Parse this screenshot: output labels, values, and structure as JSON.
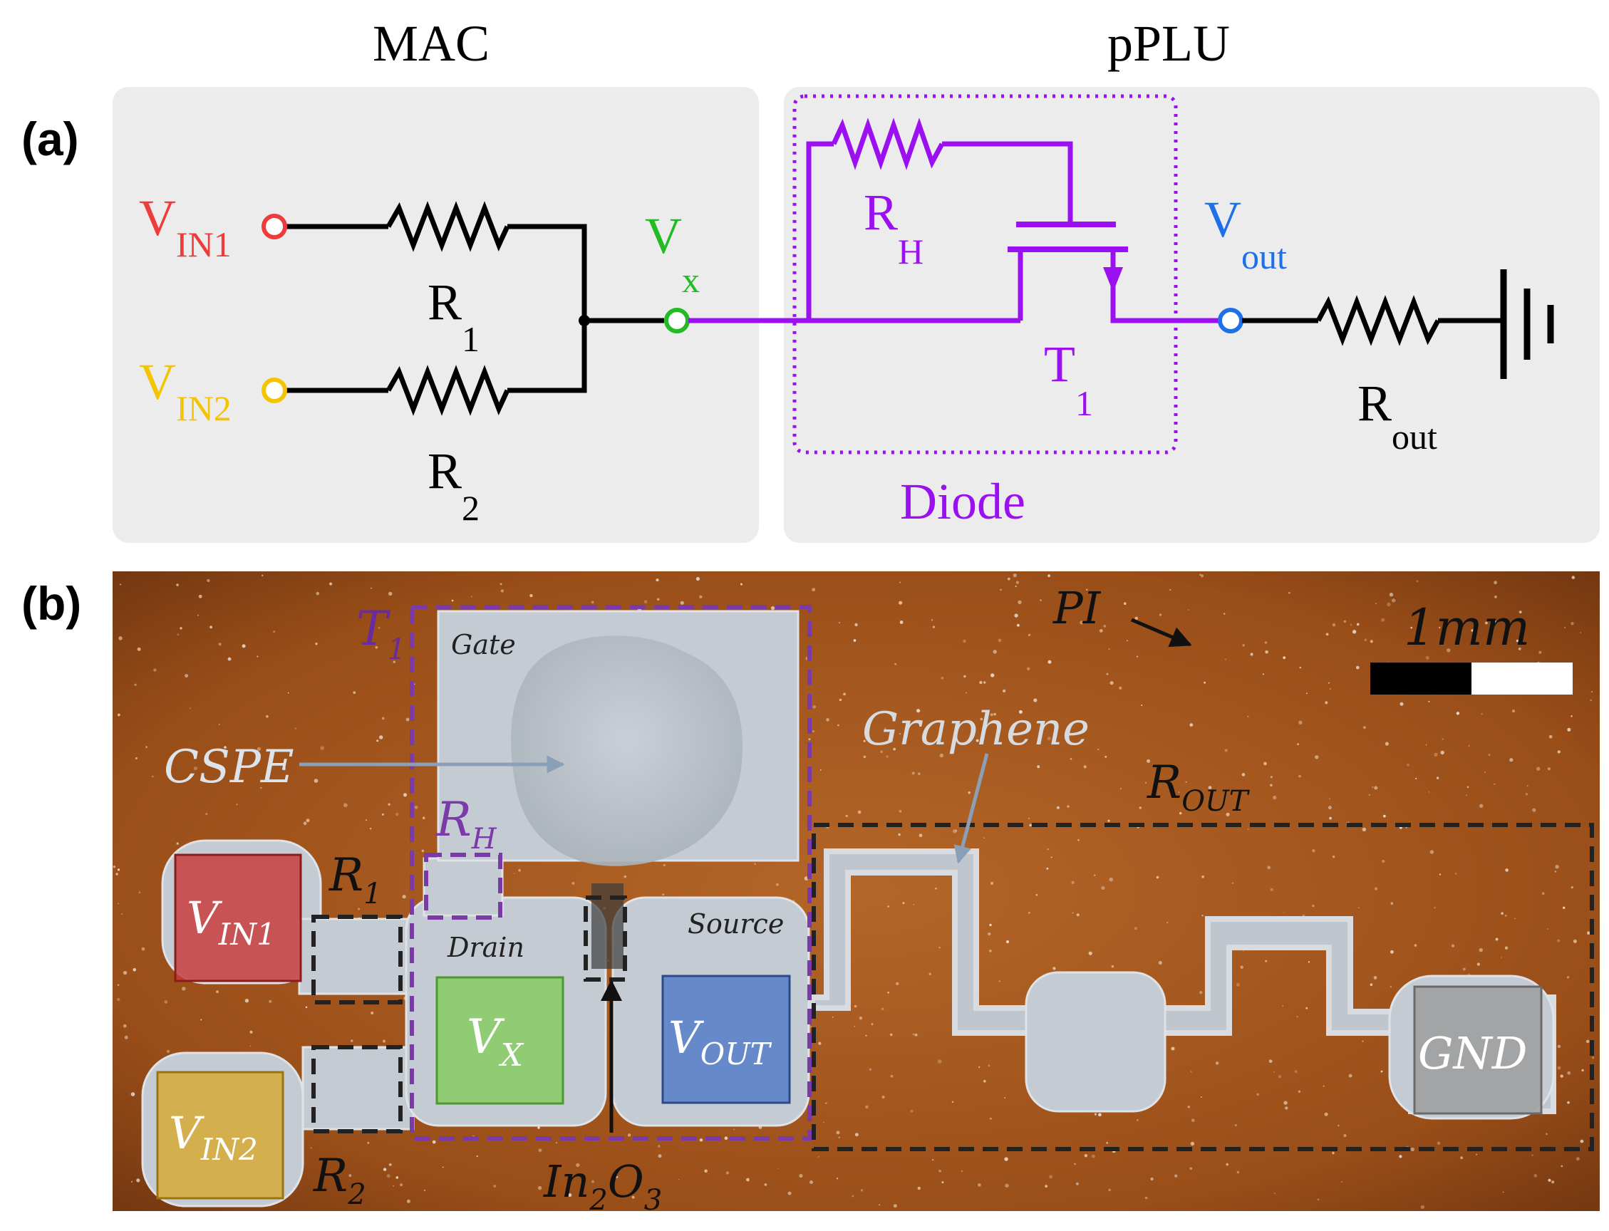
{
  "panel_a": {
    "label": "(a)",
    "mac_title": "MAC",
    "pplu_title": "pPLU",
    "vin1": {
      "main": "V",
      "sub": "IN1"
    },
    "vin2": {
      "main": "V",
      "sub": "IN2"
    },
    "r1": {
      "main": "R",
      "sub": "1"
    },
    "r2": {
      "main": "R",
      "sub": "2"
    },
    "vx": {
      "main": "V",
      "sub": "x"
    },
    "rh": {
      "main": "R",
      "sub": "H"
    },
    "t1": {
      "main": "T",
      "sub": "1"
    },
    "vout": {
      "main": "V",
      "sub": "out"
    },
    "rout": {
      "main": "R",
      "sub": "out"
    },
    "diode": "Diode"
  },
  "panel_b": {
    "label": "(b)",
    "t1": {
      "main": "T",
      "sub": "1"
    },
    "gate": "Gate",
    "drain": "Drain",
    "source": "Source",
    "cspe": "CSPE",
    "rh": {
      "main": "R",
      "sub": "H"
    },
    "r1": {
      "main": "R",
      "sub": "1"
    },
    "r2": {
      "main": "R",
      "sub": "2"
    },
    "vin1": {
      "main": "V",
      "sub": "IN1"
    },
    "vin2": {
      "main": "V",
      "sub": "IN2"
    },
    "vx": {
      "main": "V",
      "sub": "X"
    },
    "vout": {
      "main": "V",
      "sub": "OUT"
    },
    "gnd": "GND",
    "in2o3": {
      "a": "In",
      "b": "2",
      "c": "O",
      "d": "3"
    },
    "pi": "PI",
    "scale": "1mm",
    "graphene": "Graphene",
    "rout": {
      "main": "R",
      "sub": "OUT"
    }
  },
  "colors": {
    "purple": "#9b10f0",
    "red": "#ee3b3b",
    "yellow": "#f5c400",
    "green": "#22bb22",
    "blue": "#1f6fe8",
    "panel_bg": "#ececec",
    "substrate": "#a85a1e"
  }
}
